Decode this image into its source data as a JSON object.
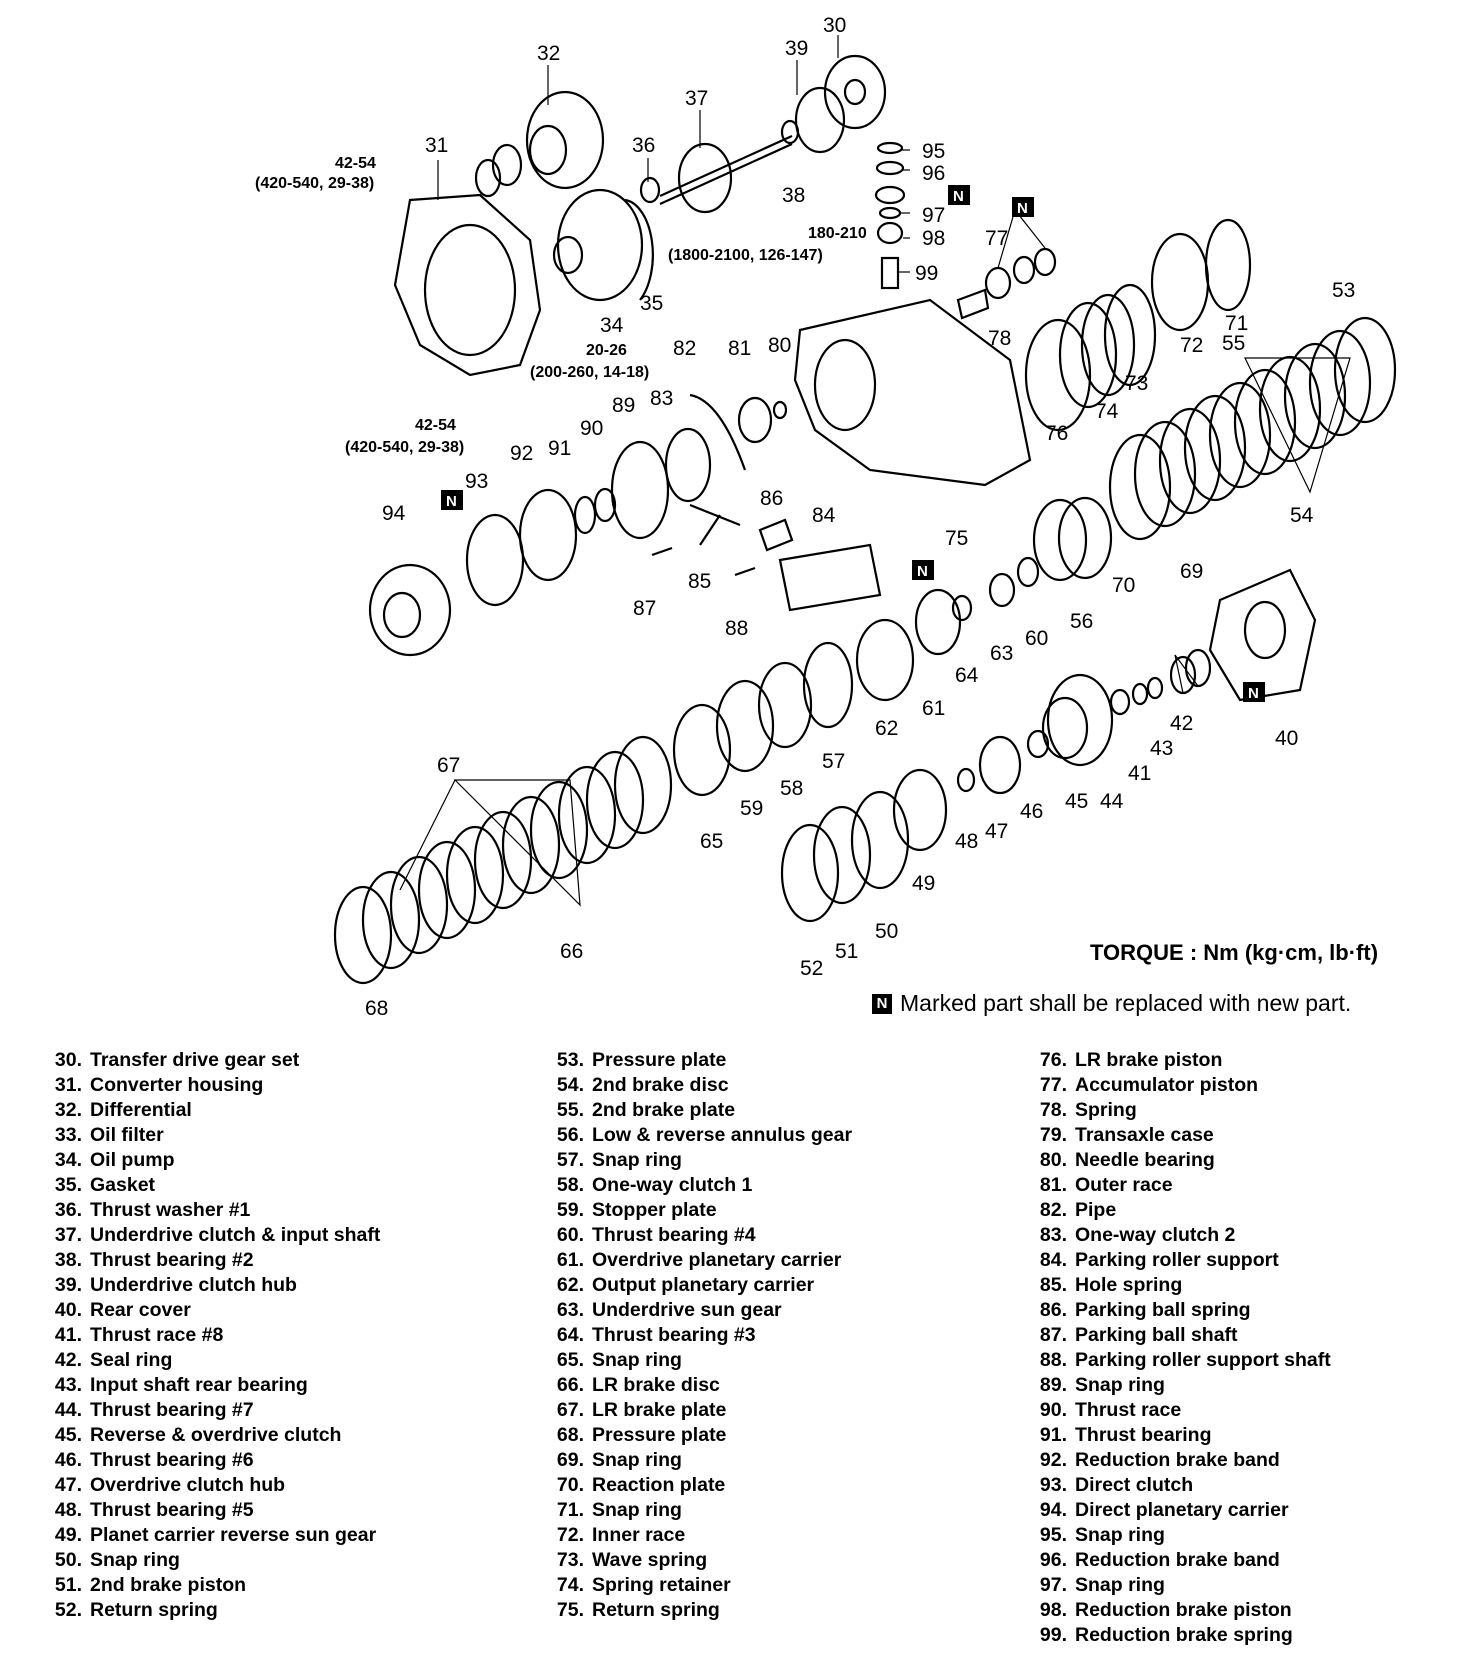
{
  "callouts": [
    "30",
    "31",
    "32",
    "34",
    "35",
    "36",
    "37",
    "38",
    "39",
    "40",
    "41",
    "42",
    "43",
    "44",
    "45",
    "46",
    "47",
    "48",
    "49",
    "50",
    "51",
    "52",
    "53",
    "54",
    "55",
    "56",
    "57",
    "58",
    "59",
    "60",
    "61",
    "62",
    "63",
    "64",
    "65",
    "66",
    "67",
    "68",
    "69",
    "70",
    "71",
    "72",
    "73",
    "74",
    "75",
    "76",
    "77",
    "78",
    "80",
    "81",
    "82",
    "83",
    "84",
    "85",
    "86",
    "87",
    "88",
    "89",
    "90",
    "91",
    "92",
    "93",
    "94",
    "95",
    "96",
    "97",
    "98",
    "99"
  ],
  "torque_specs": [
    {
      "nm": "42-54",
      "alt": "(420-540, 29-38)"
    },
    {
      "nm": "180-210",
      "alt": "(1800-2100, 126-147)"
    },
    {
      "nm": "20-26",
      "alt": "(200-260, 14-18)"
    },
    {
      "nm": "42-54",
      "alt": "(420-540, 29-38)"
    }
  ],
  "n_mark": "N",
  "torque_title": "TORQUE : Nm (kg·cm, lb·ft)",
  "replace_note": "Marked part shall be replaced with new part.",
  "parts": [
    {
      "n": "30.",
      "name": "Transfer drive gear set"
    },
    {
      "n": "31.",
      "name": "Converter housing"
    },
    {
      "n": "32.",
      "name": "Differential"
    },
    {
      "n": "33.",
      "name": "Oil filter"
    },
    {
      "n": "34.",
      "name": "Oil pump"
    },
    {
      "n": "35.",
      "name": "Gasket"
    },
    {
      "n": "36.",
      "name": "Thrust washer #1"
    },
    {
      "n": "37.",
      "name": "Underdrive clutch & input shaft"
    },
    {
      "n": "38.",
      "name": "Thrust bearing #2"
    },
    {
      "n": "39.",
      "name": "Underdrive clutch hub"
    },
    {
      "n": "40.",
      "name": "Rear cover"
    },
    {
      "n": "41.",
      "name": "Thrust race #8"
    },
    {
      "n": "42.",
      "name": "Seal ring"
    },
    {
      "n": "43.",
      "name": "Input shaft rear bearing"
    },
    {
      "n": "44.",
      "name": "Thrust bearing #7"
    },
    {
      "n": "45.",
      "name": "Reverse & overdrive clutch"
    },
    {
      "n": "46.",
      "name": "Thrust bearing #6"
    },
    {
      "n": "47.",
      "name": "Overdrive clutch hub"
    },
    {
      "n": "48.",
      "name": "Thrust bearing #5"
    },
    {
      "n": "49.",
      "name": "Planet carrier reverse sun gear"
    },
    {
      "n": "50.",
      "name": "Snap ring"
    },
    {
      "n": "51.",
      "name": "2nd brake piston"
    },
    {
      "n": "52.",
      "name": "Return spring"
    },
    {
      "n": "53.",
      "name": "Pressure plate"
    },
    {
      "n": "54.",
      "name": "2nd brake disc"
    },
    {
      "n": "55.",
      "name": "2nd brake plate"
    },
    {
      "n": "56.",
      "name": "Low & reverse annulus gear"
    },
    {
      "n": "57.",
      "name": "Snap ring"
    },
    {
      "n": "58.",
      "name": "One-way clutch 1"
    },
    {
      "n": "59.",
      "name": "Stopper plate"
    },
    {
      "n": "60.",
      "name": "Thrust bearing #4"
    },
    {
      "n": "61.",
      "name": "Overdrive planetary carrier"
    },
    {
      "n": "62.",
      "name": "Output planetary carrier"
    },
    {
      "n": "63.",
      "name": "Underdrive sun gear"
    },
    {
      "n": "64.",
      "name": "Thrust bearing #3"
    },
    {
      "n": "65.",
      "name": "Snap ring"
    },
    {
      "n": "66.",
      "name": "LR brake disc"
    },
    {
      "n": "67.",
      "name": "LR brake plate"
    },
    {
      "n": "68.",
      "name": "Pressure plate"
    },
    {
      "n": "69.",
      "name": "Snap ring"
    },
    {
      "n": "70.",
      "name": "Reaction plate"
    },
    {
      "n": "71.",
      "name": "Snap ring"
    },
    {
      "n": "72.",
      "name": "Inner race"
    },
    {
      "n": "73.",
      "name": "Wave spring"
    },
    {
      "n": "74.",
      "name": "Spring retainer"
    },
    {
      "n": "75.",
      "name": "Return spring"
    },
    {
      "n": "76.",
      "name": "LR brake piston"
    },
    {
      "n": "77.",
      "name": "Accumulator piston"
    },
    {
      "n": "78.",
      "name": "Spring"
    },
    {
      "n": "79.",
      "name": "Transaxle case"
    },
    {
      "n": "80.",
      "name": "Needle bearing"
    },
    {
      "n": "81.",
      "name": "Outer race"
    },
    {
      "n": "82.",
      "name": "Pipe"
    },
    {
      "n": "83.",
      "name": "One-way clutch 2"
    },
    {
      "n": "84.",
      "name": "Parking roller support"
    },
    {
      "n": "85.",
      "name": "Hole spring"
    },
    {
      "n": "86.",
      "name": "Parking ball spring"
    },
    {
      "n": "87.",
      "name": "Parking ball shaft"
    },
    {
      "n": "88.",
      "name": "Parking roller support shaft"
    },
    {
      "n": "89.",
      "name": "Snap ring"
    },
    {
      "n": "90.",
      "name": "Thrust race"
    },
    {
      "n": "91.",
      "name": "Thrust bearing"
    },
    {
      "n": "92.",
      "name": "Reduction brake band"
    },
    {
      "n": "93.",
      "name": "Direct clutch"
    },
    {
      "n": "94.",
      "name": "Direct planetary carrier"
    },
    {
      "n": "95.",
      "name": "Snap ring"
    },
    {
      "n": "96.",
      "name": "Reduction brake band"
    },
    {
      "n": "97.",
      "name": "Snap ring"
    },
    {
      "n": "98.",
      "name": "Reduction brake piston"
    },
    {
      "n": "99.",
      "name": "Reduction brake spring"
    }
  ]
}
